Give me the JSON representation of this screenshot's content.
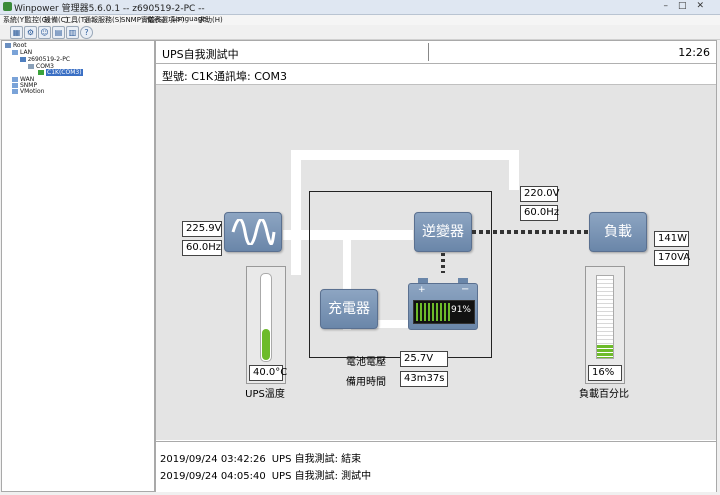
{
  "window": {
    "title": "Winpower 管理器5.6.0.1 -- z690519-2-PC --"
  },
  "menu": [
    "系統(Y)",
    "監控(G)",
    "設備(C)",
    "工具(T)",
    "通報服務(S)",
    "SNMP實驗(S)",
    "儀表選項(F)",
    "Language",
    "求助(H)"
  ],
  "tree": {
    "root": "Root",
    "lan": "LAN",
    "pc": "z690519-2-PC",
    "com": "COM3",
    "device": "C1K(COM3)",
    "wan": "WAN",
    "snmp": "SNMP",
    "vmotion": "VMotion"
  },
  "status": {
    "text": "UPS自我測試中",
    "time": "12:26"
  },
  "info": {
    "model": "型號: C1K",
    "port": "通訊埠: COM3"
  },
  "diagram": {
    "input_voltage": "225.9V",
    "input_freq": "60.0Hz",
    "output_voltage": "220.0V",
    "output_freq": "60.0Hz",
    "load_watts": "141W",
    "load_va": "170VA",
    "inverter_label": "逆變器",
    "charger_label": "充電器",
    "load_label": "負載",
    "battery_percent": "91%",
    "battery_percent_value": 91,
    "battery_voltage_label": "電池電壓",
    "battery_voltage": "25.7V",
    "backup_time_label": "備用時間",
    "backup_time": "43m37s",
    "ups_temp": "40.0°C",
    "ups_temp_label": "UPS溫度",
    "ups_temp_fill_percent": 37,
    "load_percent": "16%",
    "load_percent_label": "負載百分比",
    "load_percent_value": 16
  },
  "log": [
    {
      "time": "2019/09/24 03:42:26",
      "msg": "UPS 自我測試: 結束"
    },
    {
      "time": "2019/09/24 04:05:40",
      "msg": "UPS 自我測試: 測試中"
    }
  ],
  "colors": {
    "block": "#7f98b8",
    "accent_green": "#6dbb2a",
    "bg": "#e4e4e4"
  }
}
